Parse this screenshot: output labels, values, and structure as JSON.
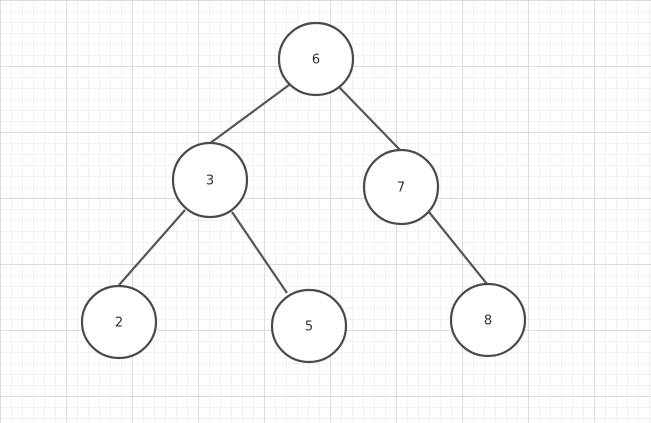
{
  "diagram": {
    "type": "binary-tree",
    "nodes": [
      {
        "id": "n6",
        "label": "6"
      },
      {
        "id": "n3",
        "label": "3"
      },
      {
        "id": "n7",
        "label": "7"
      },
      {
        "id": "n2",
        "label": "2"
      },
      {
        "id": "n5",
        "label": "5"
      },
      {
        "id": "n8",
        "label": "8"
      }
    ],
    "edges": [
      {
        "from": "n6",
        "to": "n3"
      },
      {
        "from": "n6",
        "to": "n7"
      },
      {
        "from": "n3",
        "to": "n2"
      },
      {
        "from": "n3",
        "to": "n5"
      },
      {
        "from": "n7",
        "to": "n8"
      }
    ]
  }
}
